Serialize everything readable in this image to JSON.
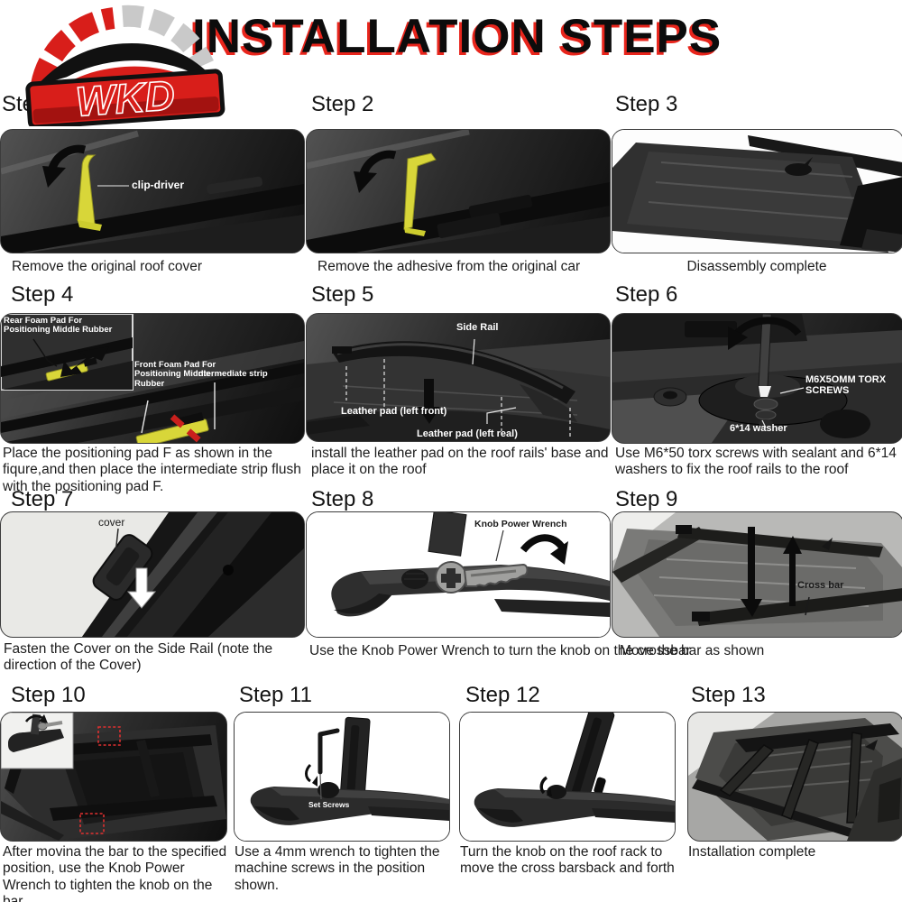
{
  "page": {
    "title": "INSTALLATION STEPS",
    "brand": "WKD"
  },
  "colors": {
    "accent_red": "#e8251c",
    "tool_yellow": "#d8d639",
    "dashed_red": "#c9201d"
  },
  "steps": [
    {
      "label": "Step 1",
      "caption": "Remove the original roof cover",
      "annotations": [
        "clip-driver"
      ]
    },
    {
      "label": "Step 2",
      "caption": "Remove the adhesive from the original car",
      "annotations": []
    },
    {
      "label": "Step 3",
      "caption": "Disassembly complete",
      "annotations": []
    },
    {
      "label": "Step 4",
      "caption": "Place the positioning pad F as shown in the fiqure,and then place the intermediate strip flush with the positioning pad F.",
      "annotations": [
        "Rear Foam Pad For Positioning Middle Rubber",
        "Front Foam Pad For Positioning Middle Rubber",
        "Intermediate strip"
      ]
    },
    {
      "label": "Step 5",
      "caption": "install the leather pad on the roof rails' base and place it on the roof",
      "annotations": [
        "Side Rail",
        "Leather pad (left front)",
        "Leather pad (left real)"
      ]
    },
    {
      "label": "Step 6",
      "caption": "Use M6*50 torx screws with sealant and 6*14 washers to fix the roof rails to the roof",
      "annotations": [
        "M6X5OMM TORX SCREWS",
        "6*14 washer"
      ]
    },
    {
      "label": "Step 7",
      "caption": "Fasten the Cover on the Side Rail (note the direction of the Cover)",
      "annotations": [
        "cover"
      ]
    },
    {
      "label": "Step 8",
      "caption": "Use the Knob Power Wrench to turn the knob on the crossbar",
      "annotations": [
        "Knob Power Wrench"
      ]
    },
    {
      "label": "Step 9",
      "caption": "Move the bar as shown",
      "annotations": [
        "Cross bar"
      ]
    },
    {
      "label": "Step 10",
      "caption": "After movina the bar to the specified position, use the Knob Power Wrench to tighten the knob on the bar",
      "annotations": []
    },
    {
      "label": "Step 11",
      "caption": "Use a 4mm wrench to tighten the machine screws in the position shown.",
      "annotations": [
        "Set Screws"
      ]
    },
    {
      "label": "Step 12",
      "caption": "Turn the knob on the roof rack to move the cross barsback and forth",
      "annotations": []
    },
    {
      "label": "Step 13",
      "caption": "Installation complete",
      "annotations": []
    }
  ]
}
